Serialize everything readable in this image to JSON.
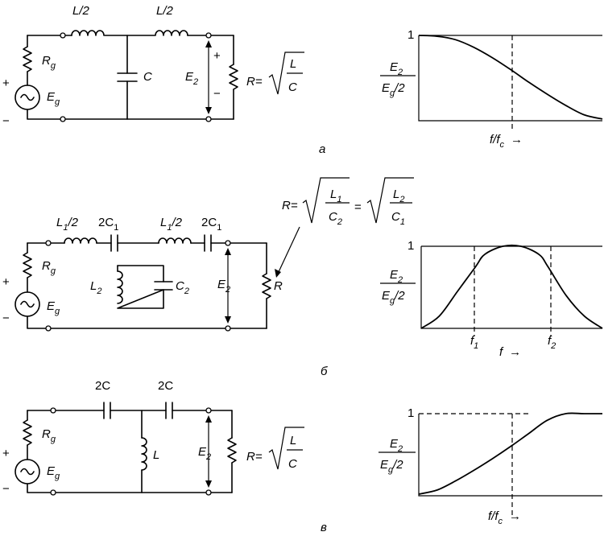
{
  "labels": {
    "rg": "R",
    "rg_sub": "g",
    "eg": "E",
    "eg_sub": "g",
    "e2": "E",
    "e2_sub": "2",
    "plus": "+",
    "minus": "−",
    "r_eq": "R=",
    "R": "R",
    "L": "L",
    "C": "C",
    "l_half": "L/2",
    "two_c": "2C",
    "l1_half_a": "L",
    "l1_half_sub": "1",
    "l1_half_b": "/2",
    "two_c1_a": "2C",
    "two_c1_sub": "1",
    "l2_a": "L",
    "l2_sub": "2",
    "c2_a": "C",
    "c2_sub": "2",
    "l1_a": "L",
    "l1_sub": "1",
    "c1_a": "C",
    "c1_sub": "1",
    "eq": "="
  },
  "panels": {
    "a": {
      "caption": "а"
    },
    "b": {
      "caption": "б"
    },
    "c": {
      "caption": "в"
    }
  },
  "axis": {
    "y_tick": "1",
    "f_fc": "f/f",
    "f_fc_sub": "c",
    "f": "f",
    "f1": "f",
    "f1_sub": "1",
    "f2": "f",
    "f2_sub": "2",
    "arrow": "→",
    "ratio_num": "E",
    "ratio_num_sub": "2",
    "ratio_den_a": "E",
    "ratio_den_sub": "g",
    "ratio_den_b": "/2"
  },
  "chart_data": [
    {
      "type": "line",
      "title": "",
      "xlabel": "f/fc",
      "ylabel": "E2/(Eg/2)",
      "ylim": [
        0,
        1
      ],
      "y_ticks": [
        1
      ],
      "grid": false,
      "series": [
        {
          "x": [
            0,
            0.2,
            0.4,
            0.6,
            0.8,
            1.0,
            1.2,
            1.4,
            1.6,
            1.8,
            2.0
          ],
          "y": [
            1.0,
            0.99,
            0.95,
            0.86,
            0.74,
            0.6,
            0.45,
            0.31,
            0.18,
            0.07,
            0.02
          ]
        }
      ],
      "markers": [
        "f/fc = 1 (dashed)"
      ]
    },
    {
      "type": "line",
      "title": "",
      "xlabel": "f",
      "ylabel": "E2/(Eg/2)",
      "ylim": [
        0,
        1
      ],
      "y_ticks": [
        1
      ],
      "grid": false,
      "series": [
        {
          "x": [
            0,
            0.1,
            0.2,
            0.3,
            0.35,
            0.45,
            0.55,
            0.65,
            0.7,
            0.8,
            0.9,
            1.0
          ],
          "y": [
            0.0,
            0.15,
            0.45,
            0.75,
            0.9,
            1.0,
            1.0,
            0.9,
            0.75,
            0.4,
            0.15,
            0.0
          ]
        }
      ],
      "markers": [
        "f1 (dashed)",
        "f2 (dashed)"
      ]
    },
    {
      "type": "line",
      "title": "",
      "xlabel": "f/fc",
      "ylabel": "E2/(Eg/2)",
      "ylim": [
        0,
        1
      ],
      "y_ticks": [
        1
      ],
      "grid": false,
      "series": [
        {
          "x": [
            0,
            0.2,
            0.4,
            0.6,
            0.8,
            1.0,
            1.2,
            1.4,
            1.6,
            1.8,
            2.0
          ],
          "y": [
            0.02,
            0.07,
            0.18,
            0.31,
            0.45,
            0.6,
            0.76,
            0.92,
            1.0,
            1.0,
            1.0
          ]
        }
      ],
      "markers": [
        "f/fc = 1 (dashed)"
      ]
    }
  ]
}
